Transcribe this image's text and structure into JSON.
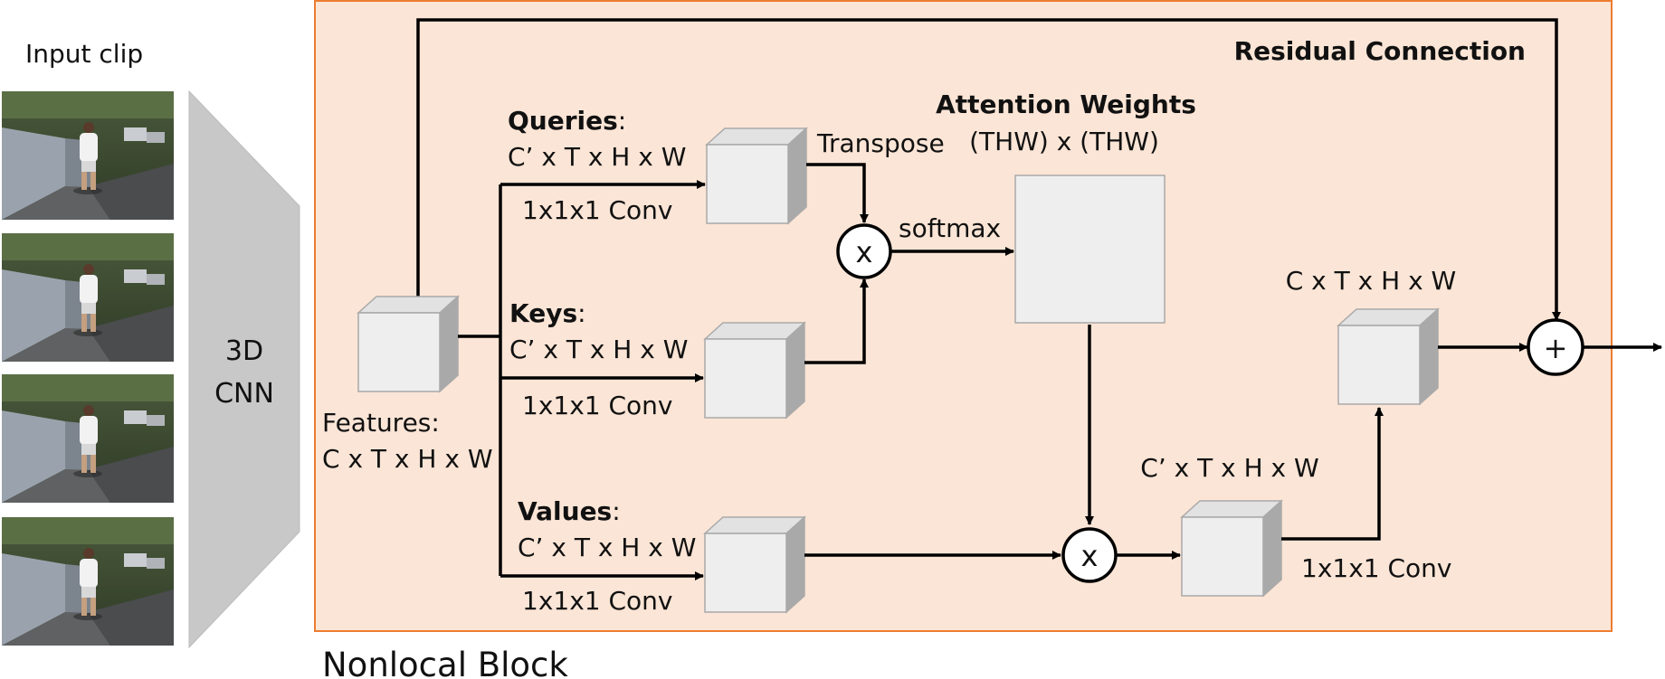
{
  "input_clip": {
    "label": "Input clip",
    "frames": [
      "frame-1",
      "frame-2",
      "frame-3",
      "frame-4"
    ]
  },
  "cnn": {
    "line1": "3D",
    "line2": "CNN"
  },
  "block": {
    "title": "Nonlocal Block",
    "residual_label": "Residual Connection",
    "background_color": "#fbe5d6",
    "border_color": "#ed7d31"
  },
  "features": {
    "label": "Features:",
    "dims": "C x T x H x W"
  },
  "queries": {
    "name": "Queries",
    "colon": ":",
    "dims": "C’ x T x H x W",
    "conv": "1x1x1 Conv",
    "transpose": "Transpose"
  },
  "keys": {
    "name": "Keys",
    "colon": ":",
    "dims": "C’ x T x H x W",
    "conv": "1x1x1 Conv"
  },
  "values": {
    "name": "Values",
    "colon": ":",
    "dims": "C’ x T x H x W",
    "conv": "1x1x1 Conv"
  },
  "attention": {
    "title": "Attention Weights",
    "dims": "(THW) x (THW)",
    "softmax": "softmax"
  },
  "ops": {
    "multiply_1": "x",
    "multiply_2": "x",
    "add": "+"
  },
  "weighted": {
    "dims": "C’ x T x H x W"
  },
  "output": {
    "dims": "C x T x H x W",
    "conv": "1x1x1 Conv"
  }
}
